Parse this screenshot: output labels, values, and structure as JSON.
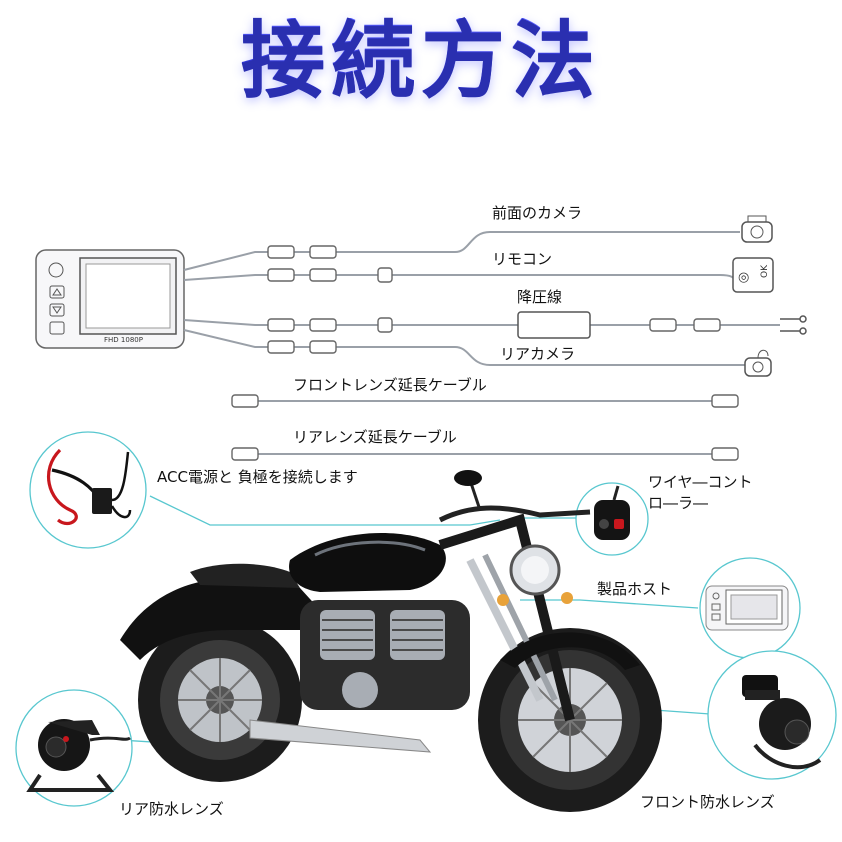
{
  "title": "接続方法",
  "labels": {
    "front_camera": "前面のカメラ",
    "remote": "リモコン",
    "step_down": "降圧線",
    "rear_camera": "リアカメラ",
    "front_ext": "フロントレンズ延長ケーブル",
    "rear_ext": "リアレンズ延長ケーブル",
    "acc": "ACC電源と 負極を接続します",
    "wireless": "ワイヤ―コントロ―ラ―",
    "host": "製品ホスト",
    "rear_waterproof": "リア防水レンズ",
    "front_waterproof": "フロント防水レンズ"
  },
  "host_screen_text": "FHD 1080P",
  "remote_buttons": [
    "◎",
    "OK"
  ],
  "colors": {
    "title": "#3a3fd6",
    "leader": "#58c7cf",
    "cable": "#9aa0a8"
  }
}
